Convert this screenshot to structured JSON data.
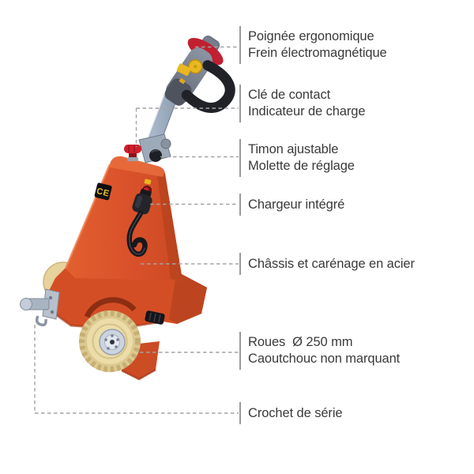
{
  "diagram": {
    "kind": "product-feature-callouts",
    "language": "fr"
  },
  "callouts": [
    {
      "id": "poignee-frein",
      "lines": [
        "Poignée ergonomique",
        "Frein électromagnétique"
      ]
    },
    {
      "id": "cle-indicateur",
      "lines": [
        "Clé de contact",
        "Indicateur de charge"
      ]
    },
    {
      "id": "timon-molette",
      "lines": [
        "Timon ajustable",
        "Molette de réglage"
      ]
    },
    {
      "id": "chargeur",
      "lines": [
        "Chargeur intégré"
      ]
    },
    {
      "id": "chassis",
      "lines": [
        "Châssis et carénage en acier"
      ]
    },
    {
      "id": "roues",
      "lines": [
        "Roues  Ø 250 mm",
        "Caoutchouc non marquant"
      ]
    },
    {
      "id": "crochet",
      "lines": [
        "Crochet de série"
      ]
    }
  ],
  "machine": {
    "ce_mark": "CE"
  },
  "colors": {
    "body_orange": "#d9512b",
    "body_shadow": "#b9431e",
    "wheel_cream": "#ecdca8",
    "steel_gray": "#a9b4c2",
    "head_gray": "#767d8b",
    "handle_black": "#202228",
    "accent_yellow": "#e9b71f",
    "alert_red": "#c61f2e",
    "callout_line_gray": "#a3a3a3",
    "text_color": "#3a3a3a"
  }
}
